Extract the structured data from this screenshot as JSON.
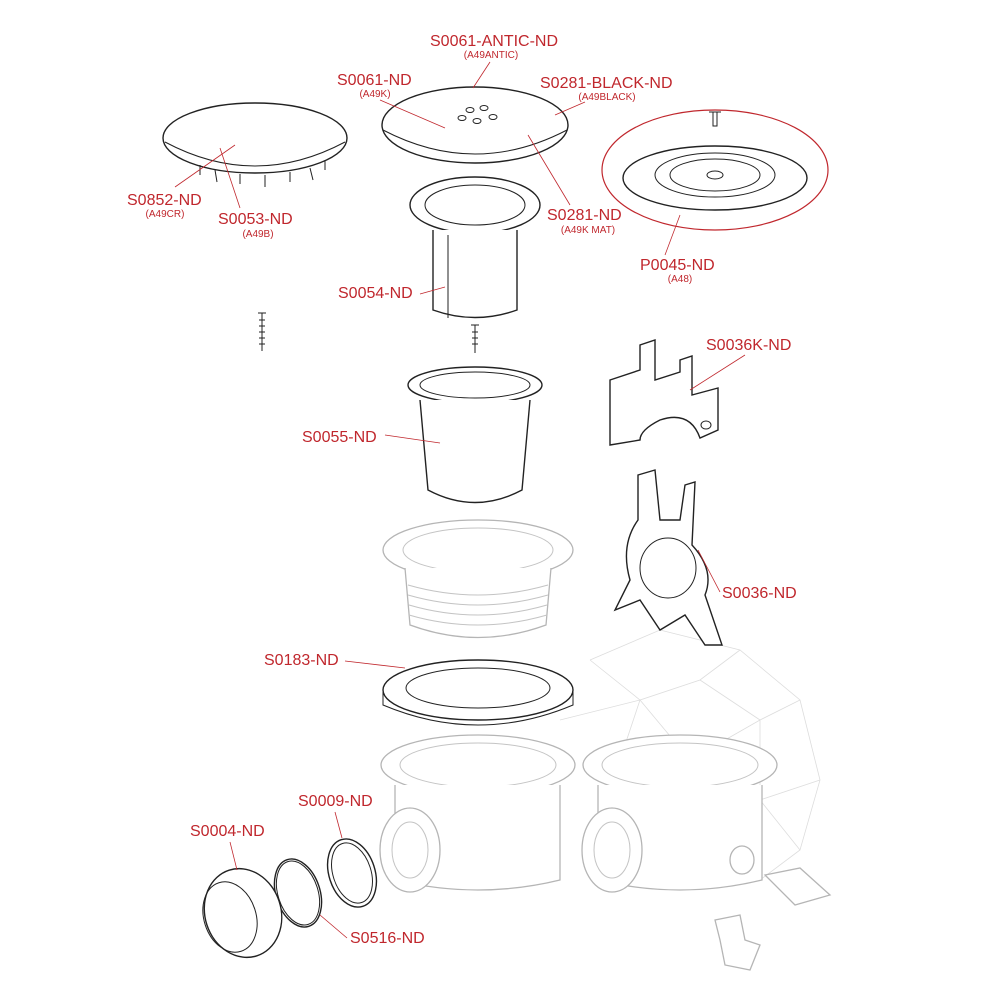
{
  "diagram": {
    "title": "Shower drain exploded parts view",
    "labels": [
      {
        "code": "S0061-ANTIC-ND",
        "ref": "(A49ANTIC)"
      },
      {
        "code": "S0061-ND",
        "ref": "(A49K)"
      },
      {
        "code": "S0281-BLACK-ND",
        "ref": "(A49BLACK)"
      },
      {
        "code": "S0852-ND",
        "ref": "(A49CR)"
      },
      {
        "code": "S0053-ND",
        "ref": "(A49B)"
      },
      {
        "code": "S0281-ND",
        "ref": "(A49K MAT)"
      },
      {
        "code": "P0045-ND",
        "ref": "(A48)"
      },
      {
        "code": "S0054-ND"
      },
      {
        "code": "S0036K-ND"
      },
      {
        "code": "S0055-ND"
      },
      {
        "code": "S0036-ND"
      },
      {
        "code": "S0183-ND"
      },
      {
        "code": "S0009-ND"
      },
      {
        "code": "S0004-ND"
      },
      {
        "code": "S0516-ND"
      }
    ],
    "accent_color": "#c0272d"
  }
}
